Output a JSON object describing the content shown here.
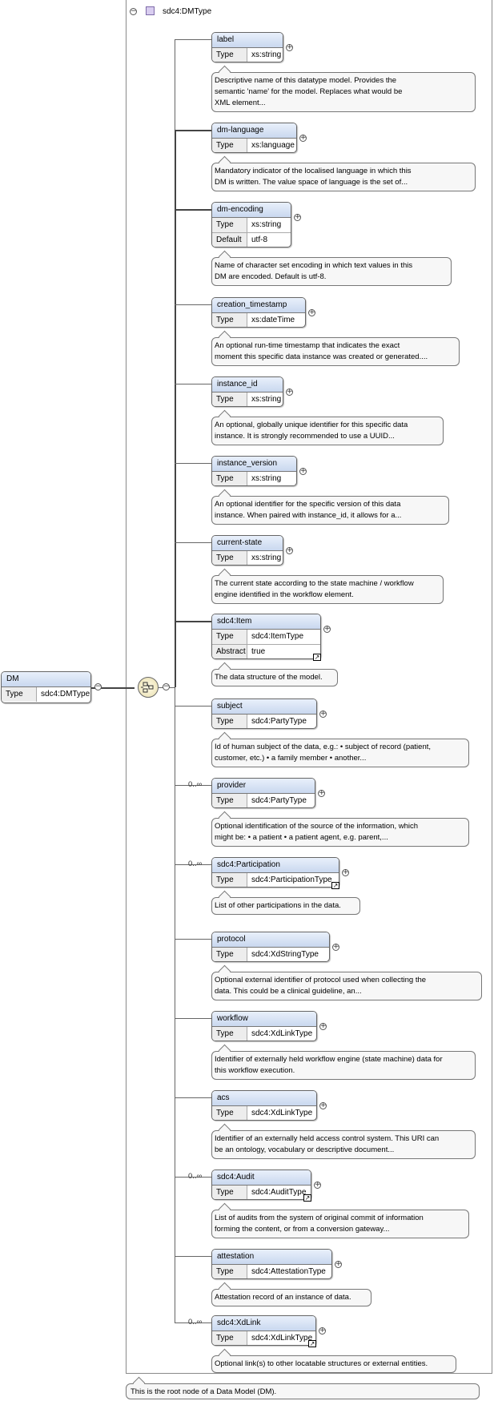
{
  "complex_type": {
    "collapse_symbol": "−",
    "name": "sdc4:DMType"
  },
  "root": {
    "name": "DM",
    "type_label": "Type",
    "type_value": "sdc4:DMType",
    "description": "This is the root node of a Data Model (DM)."
  },
  "sequence_icon": "sequence-compositor-icon",
  "elements": [
    {
      "name": "label",
      "rows": [
        [
          "Type",
          "xs:string"
        ]
      ],
      "occurs": "",
      "ref": false,
      "description": [
        "Descriptive name of this datatype model. Provides the",
        "semantic 'name' for the model. Replaces what would be",
        "XML element..."
      ]
    },
    {
      "name": "dm-language",
      "rows": [
        [
          "Type",
          "xs:language"
        ]
      ],
      "occurs": "",
      "ref": false,
      "description": [
        "Mandatory indicator of the localised language in which this",
        "DM is written. The value space of language is the set of..."
      ]
    },
    {
      "name": "dm-encoding",
      "rows": [
        [
          "Type",
          "xs:string"
        ],
        [
          "Default",
          "utf-8"
        ]
      ],
      "occurs": "",
      "ref": false,
      "description": [
        "Name of character set encoding in which text values in this",
        "DM are encoded. Default is utf-8."
      ]
    },
    {
      "name": "creation_timestamp",
      "rows": [
        [
          "Type",
          "xs:dateTime"
        ]
      ],
      "occurs": "",
      "ref": false,
      "description": [
        "An optional run-time timestamp that indicates the exact",
        "moment this specific data instance was created or generated...."
      ]
    },
    {
      "name": "instance_id",
      "rows": [
        [
          "Type",
          "xs:string"
        ]
      ],
      "occurs": "",
      "ref": false,
      "description": [
        "An optional, globally unique identifier for this specific data",
        "instance. It is strongly recommended to use a UUID..."
      ]
    },
    {
      "name": "instance_version",
      "rows": [
        [
          "Type",
          "xs:string"
        ]
      ],
      "occurs": "",
      "ref": false,
      "description": [
        "An optional identifier for the specific version of this data",
        "instance. When paired with instance_id, it allows for a..."
      ]
    },
    {
      "name": "current-state",
      "rows": [
        [
          "Type",
          "xs:string"
        ]
      ],
      "occurs": "",
      "ref": false,
      "description": [
        "The current state according to the state machine / workflow",
        "engine identified in the workflow element."
      ]
    },
    {
      "name": "sdc4:Item",
      "rows": [
        [
          "Type",
          "sdc4:ItemType"
        ],
        [
          "Abstract",
          "true"
        ]
      ],
      "occurs": "",
      "ref": true,
      "description": [
        "The data structure of the model."
      ]
    },
    {
      "name": "subject",
      "rows": [
        [
          "Type",
          "sdc4:PartyType"
        ]
      ],
      "occurs": "",
      "ref": false,
      "description": [
        "Id of human subject of the data, e.g.: • subject of record (patient,",
        "customer, etc.) • a family member • another..."
      ]
    },
    {
      "name": "provider",
      "rows": [
        [
          "Type",
          "sdc4:PartyType"
        ]
      ],
      "occurs": "0..∞",
      "ref": false,
      "description": [
        "Optional identification of the source of the information, which",
        "might be: • a patient • a patient agent, e.g. parent,..."
      ]
    },
    {
      "name": "sdc4:Participation",
      "rows": [
        [
          "Type",
          "sdc4:ParticipationType"
        ]
      ],
      "occurs": "0..∞",
      "ref": true,
      "description": [
        "List of other participations in the data."
      ]
    },
    {
      "name": "protocol",
      "rows": [
        [
          "Type",
          "sdc4:XdStringType"
        ]
      ],
      "occurs": "",
      "ref": false,
      "description": [
        "Optional external identifier of protocol used when collecting the",
        "data. This could be a clinical guideline, an..."
      ]
    },
    {
      "name": "workflow",
      "rows": [
        [
          "Type",
          "sdc4:XdLinkType"
        ]
      ],
      "occurs": "",
      "ref": false,
      "description": [
        "Identifier of externally held workflow engine (state machine) data for",
        "this workflow execution."
      ]
    },
    {
      "name": "acs",
      "rows": [
        [
          "Type",
          "sdc4:XdLinkType"
        ]
      ],
      "occurs": "",
      "ref": false,
      "description": [
        "Identifier of an externally held access control system. This URI can",
        "be an ontology, vocabulary or descriptive document..."
      ]
    },
    {
      "name": "sdc4:Audit",
      "rows": [
        [
          "Type",
          "sdc4:AuditType"
        ]
      ],
      "occurs": "0..∞",
      "ref": true,
      "description": [
        "List of audits from the system of original commit of information",
        "forming the content, or from a conversion gateway..."
      ]
    },
    {
      "name": "attestation",
      "rows": [
        [
          "Type",
          "sdc4:AttestationType"
        ]
      ],
      "occurs": "",
      "ref": false,
      "description": [
        "Attestation record of an instance of data."
      ]
    },
    {
      "name": "sdc4:XdLink",
      "rows": [
        [
          "Type",
          "sdc4:XdLinkType"
        ]
      ],
      "occurs": "0..∞",
      "ref": true,
      "description": [
        "Optional link(s) to other locatable structures or external entities."
      ]
    }
  ],
  "symbols": {
    "expand": "+",
    "collapse": "−",
    "reference_arrow": "↗"
  }
}
